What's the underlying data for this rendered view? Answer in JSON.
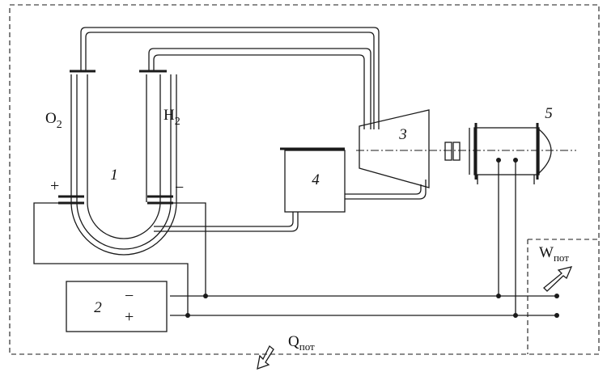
{
  "labels": {
    "electrolyzer": "1",
    "power_source": "2",
    "turbine": "3",
    "tank": "4",
    "generator": "5",
    "oxygen": "O",
    "oxygen_sub": "2",
    "hydrogen": "H",
    "hydrogen_sub": "2",
    "anode_sign": "+",
    "cathode_sign": "−",
    "source_minus": "−",
    "source_plus": "+",
    "power_loss": "W",
    "power_loss_sub": "пот",
    "heat_loss": "Q",
    "heat_loss_sub": "пот"
  }
}
